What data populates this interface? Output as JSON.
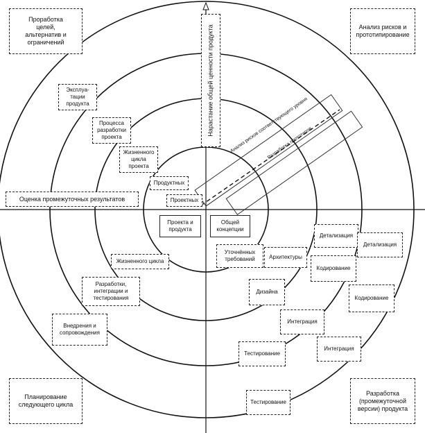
{
  "corners": {
    "top_left": "Проработка\nцелей,\nальтернатив и\nограничений",
    "top_right": "Анализ рисков и\nпрототипирование",
    "bottom_left": "Планирование\nследующего цикла",
    "bottom_right": "Разработка\n(промежуточной\nверсии) продукта"
  },
  "axis": {
    "vertical_label": "Нарастание общей ценности продукта",
    "horizontal_label": "Оценка промежуточных результатов"
  },
  "risk": {
    "upper": "Анализ рисков соответствующего уровня",
    "lower": "Разработка прототипов"
  },
  "left_labels": {
    "exploitation": "Эксплуа-\nтации\nпродукта",
    "process": "Процесса\nразработки\nпроекта",
    "lifecycle_project": "Жизненного\nцикла\nпроекта",
    "product": "Продуктных",
    "project": "Проектных",
    "project_and_product": "Проекта и\nпродукта",
    "lifecycle": "Жизненного цикла",
    "dev_integration": "Разработки,\nинтеграции и\nтестирования",
    "implementation": "Внедрения и\nсопровождения"
  },
  "right_labels": {
    "general_concept": "Общей\nконцепции",
    "refined_requirements": "Уточнённых\nтребований",
    "architecture": "Архитектуры",
    "detail_1": "Детализация",
    "detail_2": "Детализация",
    "coding_1": "Кодирование",
    "coding_2": "Кодирование",
    "design": "Дизайна",
    "integration_1": "Интеграция",
    "integration_2": "Интеграция",
    "testing_1": "Тестирование",
    "testing_2": "Тестирование"
  }
}
